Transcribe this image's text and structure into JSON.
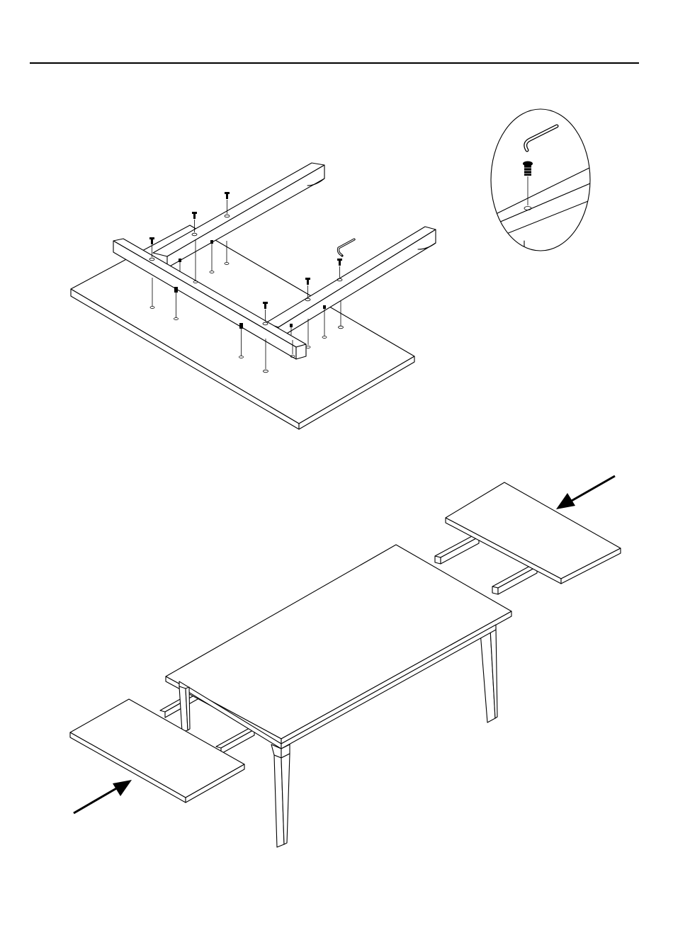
{
  "document": {
    "steps": [
      {
        "id": "step-attach-runners",
        "parts": [
          "tabletop",
          "runners",
          "screws",
          "hex-key"
        ],
        "icons": [
          "screw-icon",
          "hex-key-icon"
        ]
      },
      {
        "id": "step-insert-leaves",
        "parts": [
          "table",
          "extension-leaves"
        ],
        "icons": [
          "arrow-icon"
        ]
      }
    ]
  }
}
